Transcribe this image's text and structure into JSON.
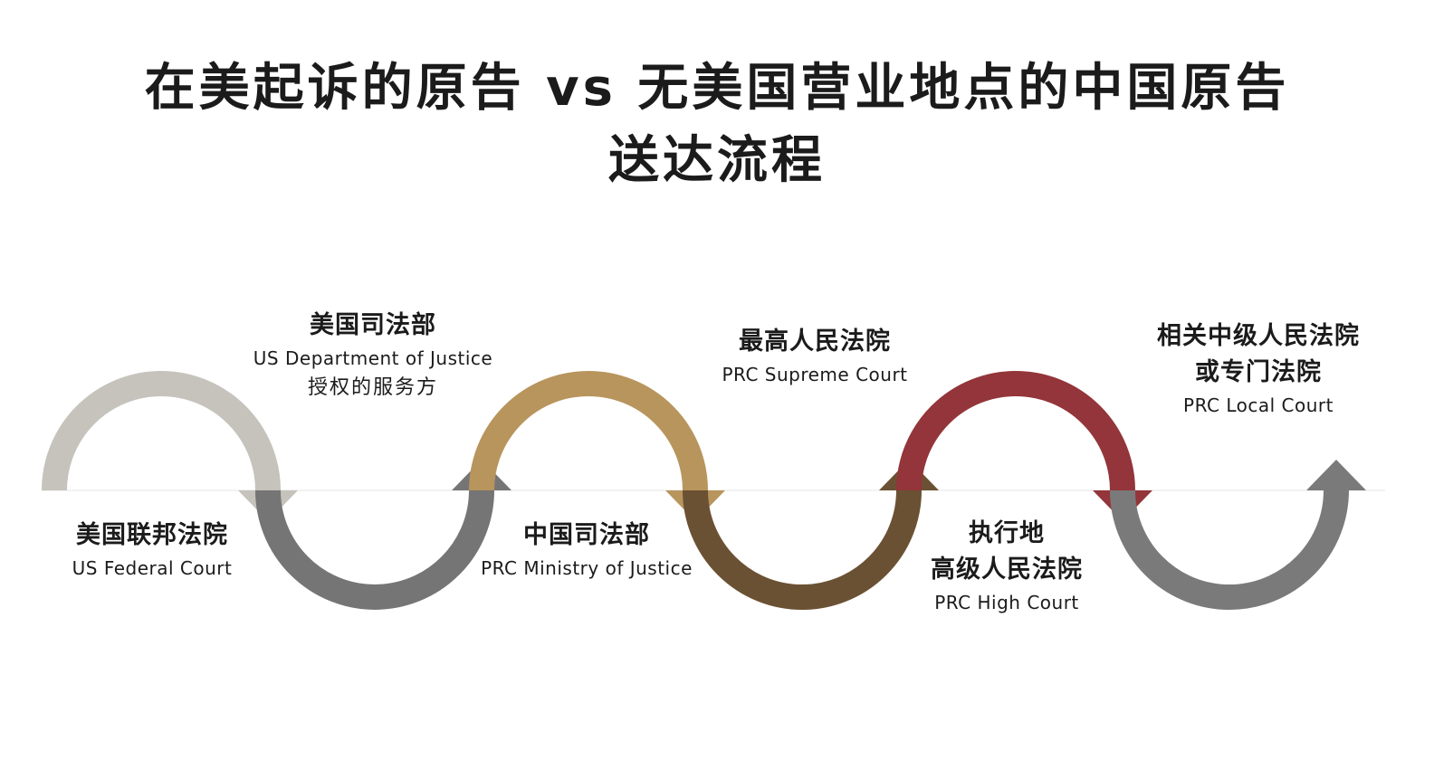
{
  "title": {
    "line1": "在美起诉的原告 vs 无美国营业地点的中国原告",
    "line2": "送达流程"
  },
  "colors": {
    "arc1": "#c6c3bd",
    "arc2": "#767575",
    "arc3": "#b8955d",
    "arc4": "#6b5133",
    "arc5": "#93353a",
    "arc6": "#7a7a7a"
  },
  "nodes": [
    {
      "zh": "美国联邦法院",
      "en": "US Federal Court"
    },
    {
      "zh": "美国司法部",
      "en": "US Department of Justice",
      "zh_sub": "授权的服务方"
    },
    {
      "zh": "中国司法部",
      "en": "PRC Ministry of Justice"
    },
    {
      "zh": "最高人民法院",
      "en": "PRC Supreme Court"
    },
    {
      "zh_line1": "执行地",
      "zh_line2": "高级人民法院",
      "en": "PRC High Court"
    },
    {
      "zh_line1": "相关中级人民法院",
      "zh_line2": "或专门法院",
      "en": "PRC Local Court"
    }
  ]
}
